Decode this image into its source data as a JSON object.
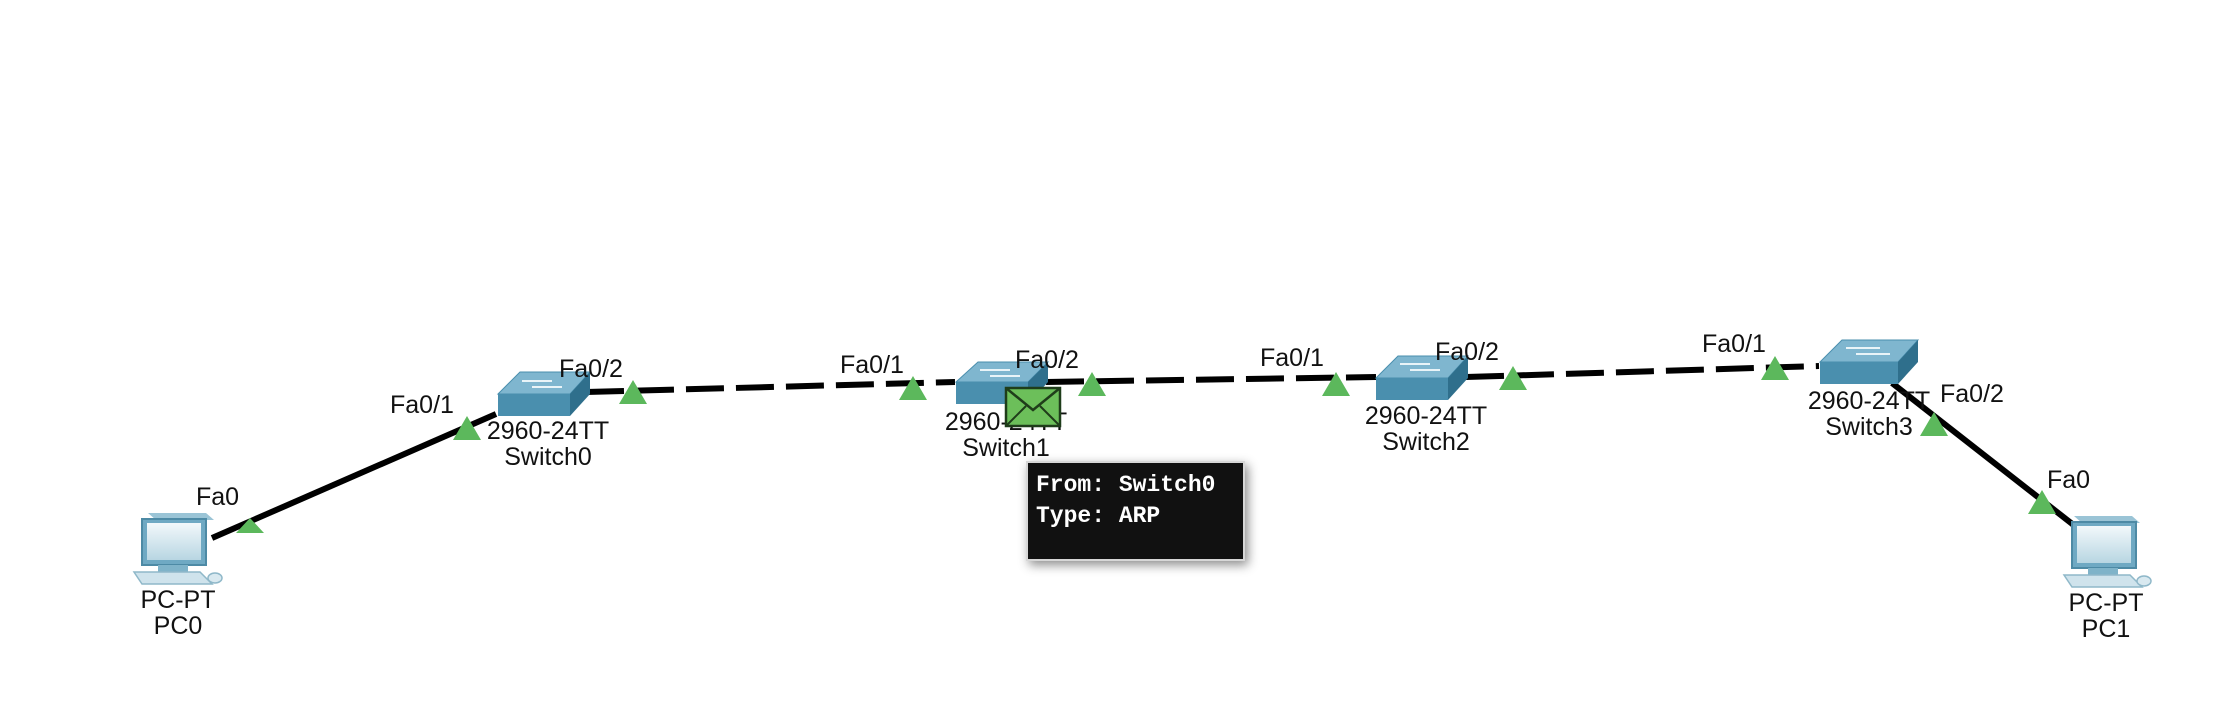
{
  "devices": {
    "pc0": {
      "model": "PC-PT",
      "name": "PC0"
    },
    "switch0": {
      "model": "2960-24TT",
      "name": "Switch0"
    },
    "switch1": {
      "model": "2960-24TT",
      "name": "Switch1"
    },
    "switch2": {
      "model": "2960-24TT",
      "name": "Switch2"
    },
    "switch3": {
      "model": "2960-24TT",
      "name": "Switch3"
    },
    "pc1": {
      "model": "PC-PT",
      "name": "PC1"
    }
  },
  "ports": {
    "pc0_fa0": "Fa0",
    "switch0_fa0_1": "Fa0/1",
    "switch0_fa0_2": "Fa0/2",
    "switch1_fa0_1": "Fa0/1",
    "switch1_fa0_2": "Fa0/2",
    "switch2_fa0_1": "Fa0/1",
    "switch2_fa0_2": "Fa0/2",
    "switch3_fa0_1": "Fa0/1",
    "switch3_fa0_2": "Fa0/2",
    "pc1_fa0": "Fa0"
  },
  "pdu_tooltip": {
    "from": "From: Switch0",
    "type": "Type: ARP"
  },
  "colors": {
    "link_up": "#5cb85c",
    "switch_body": "#4a8fae",
    "switch_top": "#7fb6cf",
    "cable": "#000000",
    "pdu_envelope": "#6cbf5a",
    "tooltip_bg": "#111111"
  },
  "icons": {
    "pc": "desktop-pc-icon",
    "switch": "switch-icon",
    "pdu": "envelope-pdu-icon",
    "port_status": "triangle-link-up-icon"
  }
}
